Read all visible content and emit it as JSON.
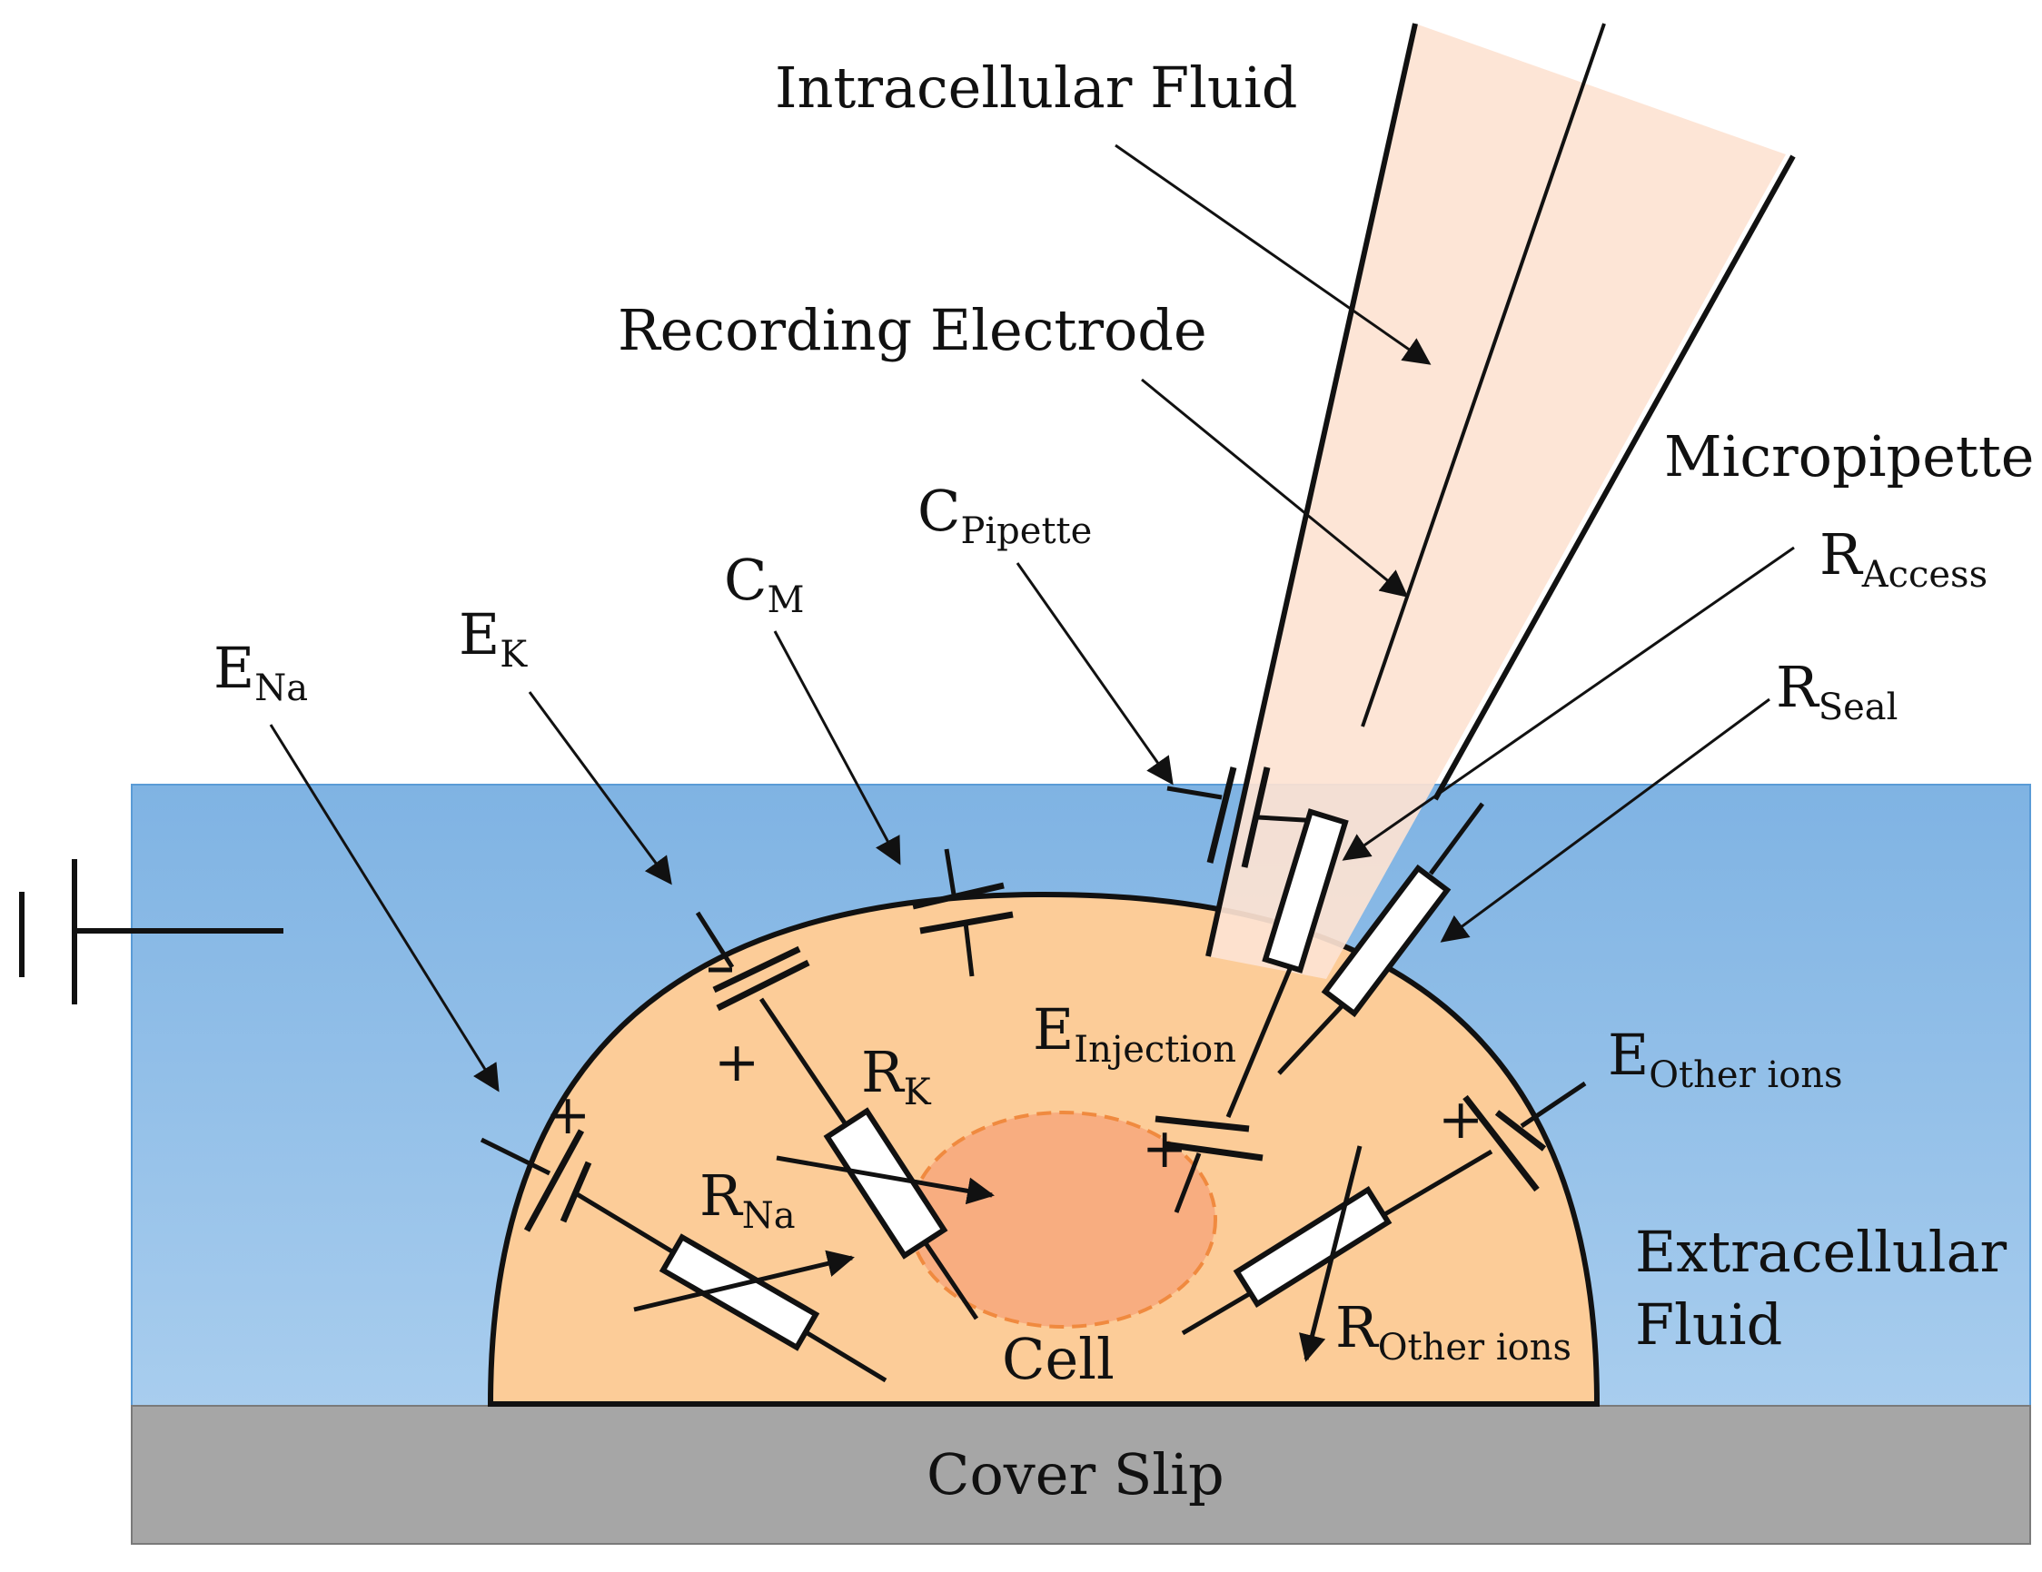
{
  "colors": {
    "extracellular_top": "#7fb3e3",
    "extracellular_bottom": "#a8cdee",
    "cell_fill": "#fccc98",
    "nucleus_fill": "#f8ad80",
    "nucleus_stroke": "#f08a3f",
    "pipette_fill": "#fde3d3",
    "cover_slip": "#a6a6a6",
    "ink": "#111111"
  },
  "labels": {
    "intracellular_fluid": "Intracellular Fluid",
    "recording_electrode": "Recording Electrode",
    "micropipette": "Micropipette",
    "c_pipette": {
      "main": "C",
      "sub": "Pipette"
    },
    "r_access": {
      "main": "R",
      "sub": "Access"
    },
    "r_seal": {
      "main": "R",
      "sub": "Seal"
    },
    "c_m": {
      "main": "C",
      "sub": "M"
    },
    "e_k": {
      "main": "E",
      "sub": "K"
    },
    "e_na": {
      "main": "E",
      "sub": "Na"
    },
    "r_k": {
      "main": "R",
      "sub": "K"
    },
    "r_na": {
      "main": "R",
      "sub": "Na"
    },
    "e_injection": {
      "main": "E",
      "sub": "Injection"
    },
    "e_other": {
      "main": "E",
      "sub": "Other ions"
    },
    "r_other": {
      "main": "R",
      "sub": "Other ions"
    },
    "cell": "Cell",
    "extracellular_line1": "Extracellular",
    "extracellular_line2": "Fluid",
    "cover_slip": "Cover Slip"
  },
  "symbols": {
    "plus": "+"
  }
}
